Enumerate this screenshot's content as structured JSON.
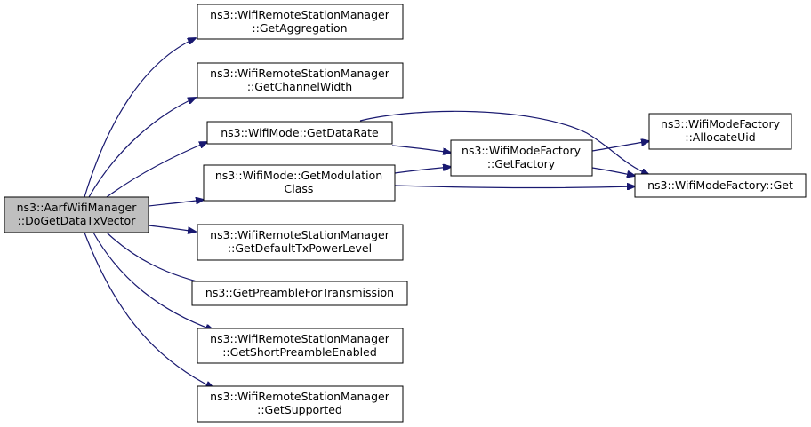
{
  "nodes": {
    "root": {
      "line1": "ns3::AarfWifiManager",
      "line2": "::DoGetDataTxVector"
    },
    "get_aggregation": {
      "line1": "ns3::WifiRemoteStationManager",
      "line2": "::GetAggregation"
    },
    "get_channel_width": {
      "line1": "ns3::WifiRemoteStationManager",
      "line2": "::GetChannelWidth"
    },
    "get_data_rate": {
      "line1": "ns3::WifiMode::GetDataRate"
    },
    "get_modulation_class": {
      "line1": "ns3::WifiMode::GetModulation",
      "line2": "Class"
    },
    "get_default_tx_power_level": {
      "line1": "ns3::WifiRemoteStationManager",
      "line2": "::GetDefaultTxPowerLevel"
    },
    "get_preamble_for_transmission": {
      "line1": "ns3::GetPreambleForTransmission"
    },
    "get_short_preamble_enabled": {
      "line1": "ns3::WifiRemoteStationManager",
      "line2": "::GetShortPreambleEnabled"
    },
    "get_supported": {
      "line1": "ns3::WifiRemoteStationManager",
      "line2": "::GetSupported"
    },
    "get_factory": {
      "line1": "ns3::WifiModeFactory",
      "line2": "::GetFactory"
    },
    "allocate_uid": {
      "line1": "ns3::WifiModeFactory",
      "line2": "::AllocateUid"
    },
    "factory_get": {
      "line1": "ns3::WifiModeFactory::Get"
    }
  },
  "colors": {
    "edge": "#191970",
    "root_fill": "#bfbfbf",
    "node_fill": "#ffffff",
    "border": "#000000"
  }
}
